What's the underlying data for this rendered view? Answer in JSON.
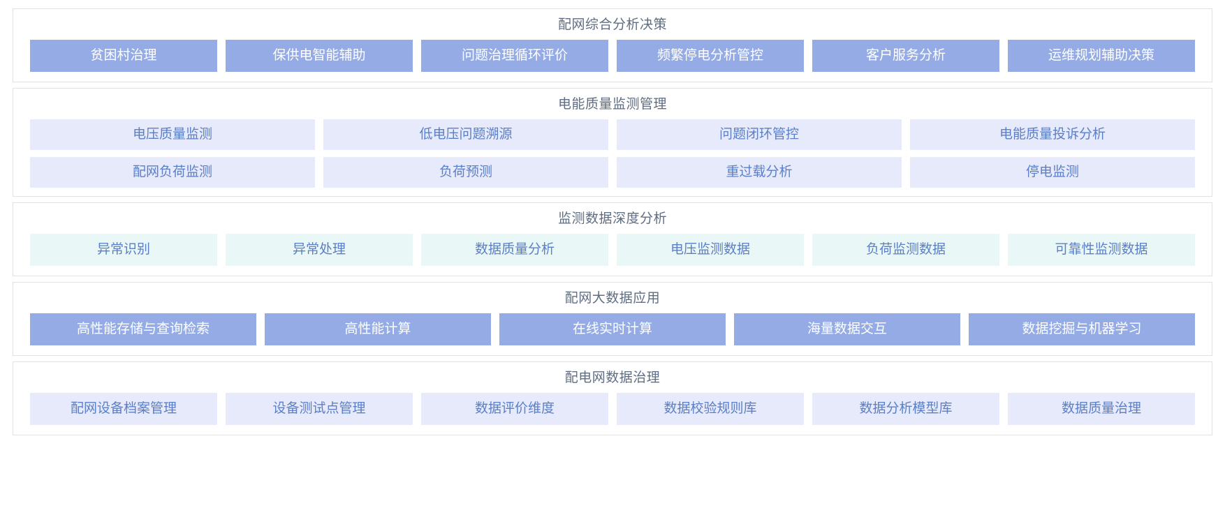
{
  "sections": [
    {
      "title": "配网综合分析决策",
      "style": "blue",
      "rows": [
        [
          "贫困村治理",
          "保供电智能辅助",
          "问题治理循环评价",
          "频繁停电分析管控",
          "客户服务分析",
          "运维规划辅助决策"
        ]
      ]
    },
    {
      "title": "电能质量监测管理",
      "style": "lavender",
      "rows": [
        [
          "电压质量监测",
          "低电压问题溯源",
          "问题闭环管控",
          "电能质量投诉分析"
        ],
        [
          "配网负荷监测",
          "负荷预测",
          "重过载分析",
          "停电监测"
        ]
      ]
    },
    {
      "title": "监测数据深度分析",
      "style": "mint",
      "rows": [
        [
          "异常识别",
          "异常处理",
          "数据质量分析",
          "电压监测数据",
          "负荷监测数据",
          "可靠性监测数据"
        ]
      ]
    },
    {
      "title": "配网大数据应用",
      "style": "blue",
      "rows": [
        [
          "高性能存储与查询检索",
          "高性能计算",
          "在线实时计算",
          "海量数据交互",
          "数据挖掘与机器学习"
        ]
      ]
    },
    {
      "title": "配电网数据治理",
      "style": "lavender",
      "rows": [
        [
          "配网设备档案管理",
          "设备测试点管理",
          "数据评价维度",
          "数据校验规则库",
          "数据分析模型库",
          "数据质量治理"
        ]
      ]
    }
  ],
  "colors": {
    "blue_tile_bg": "#95abe6",
    "blue_tile_text": "#ffffff",
    "lavender_tile_bg": "#e6eafb",
    "mint_tile_bg": "#e9f7f6",
    "tile_text": "#5b7fc7",
    "section_title_text": "#5f6d82",
    "section_border": "#e2e2e4",
    "page_bg": "#ffffff"
  }
}
